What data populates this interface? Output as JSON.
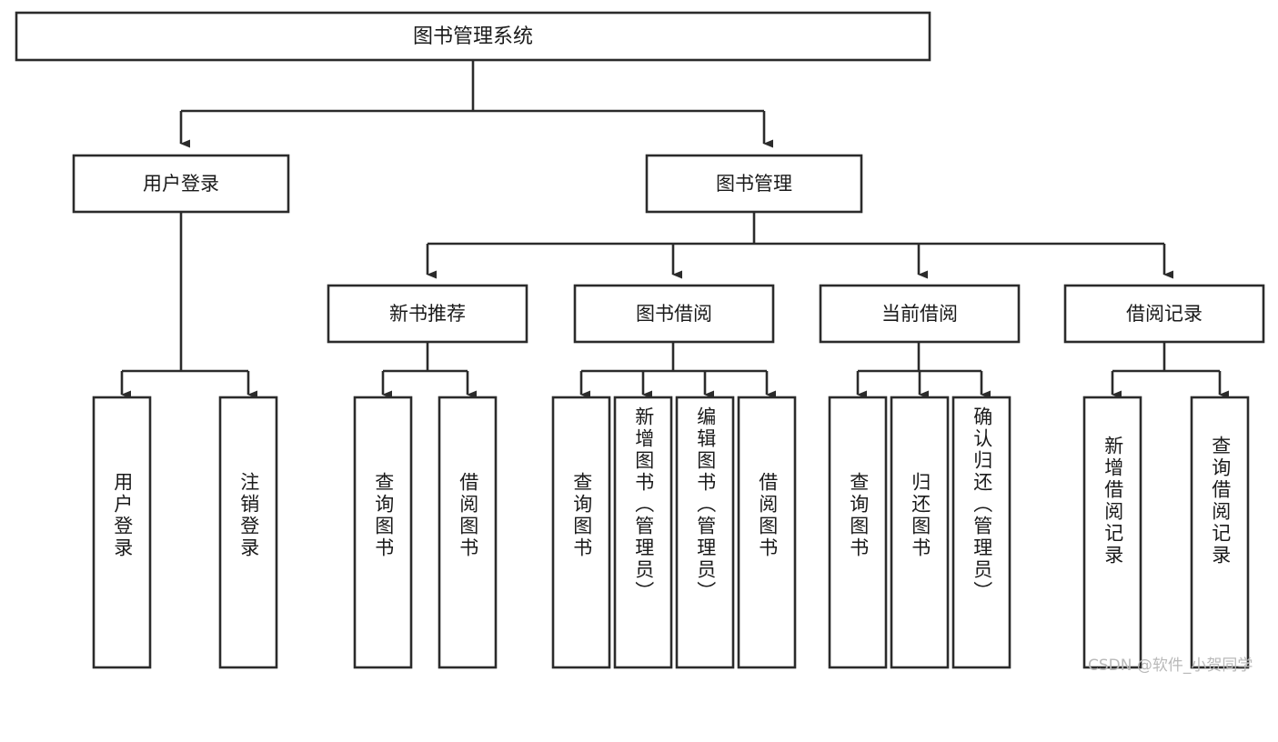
{
  "diagram": {
    "title": "图书管理系统",
    "type": "hierarchy-tree",
    "colors": {
      "box_stroke": "#2b2b2b",
      "box_fill": "#ffffff",
      "text": "#1a1a1a",
      "connector": "#2b2b2b",
      "watermark": "#b9b9b9",
      "background": "#ffffff"
    },
    "root": {
      "label": "图书管理系统"
    },
    "level2": [
      {
        "label": "用户登录"
      },
      {
        "label": "图书管理"
      }
    ],
    "level3": [
      {
        "label": "新书推荐"
      },
      {
        "label": "图书借阅"
      },
      {
        "label": "当前借阅"
      },
      {
        "label": "借阅记录"
      }
    ],
    "leaves": {
      "user_login": [
        {
          "label": "用户登录"
        },
        {
          "label": "注销登录"
        }
      ],
      "new_book_recommend": [
        {
          "label": "查询图书"
        },
        {
          "label": "借阅图书"
        }
      ],
      "book_borrow": [
        {
          "label": "查询图书"
        },
        {
          "label": "新增图书（管理员）"
        },
        {
          "label": "编辑图书（管理员）"
        },
        {
          "label": "借阅图书"
        }
      ],
      "current_borrow": [
        {
          "label": "查询图书"
        },
        {
          "label": "归还图书"
        },
        {
          "label": "确认归还（管理员）"
        }
      ],
      "borrow_record": [
        {
          "label": "新增借阅记录"
        },
        {
          "label": "查询借阅记录"
        }
      ]
    }
  },
  "watermark": {
    "text": "CSDN @软件_小贺同学"
  }
}
